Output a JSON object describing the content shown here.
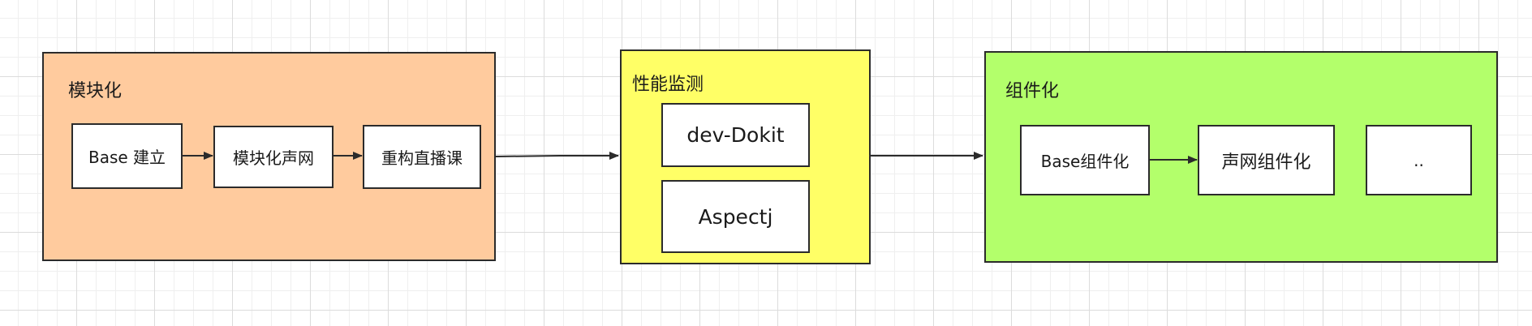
{
  "colors": {
    "modular_fill": "#ffcb9e",
    "perf_fill": "#ffff66",
    "component_fill": "#b3ff6b",
    "stroke": "#2b2b2b"
  },
  "groups": {
    "modular": {
      "title": "模块化",
      "nodes": [
        "Base 建立",
        "模块化声网",
        "重构直播课"
      ]
    },
    "perf": {
      "title": "性能监测",
      "nodes": [
        "dev-Dokit",
        "Aspectj"
      ]
    },
    "component": {
      "title": "组件化",
      "nodes": [
        "Base组件化",
        "声网组件化",
        ".."
      ]
    }
  }
}
